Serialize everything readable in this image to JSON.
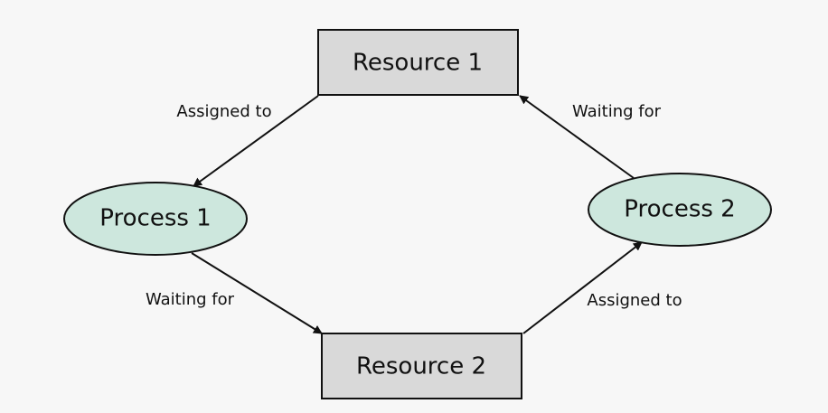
{
  "nodes": {
    "resource1": {
      "label": "Resource 1",
      "kind": "rectangle",
      "fill": "#d9d9d9"
    },
    "resource2": {
      "label": "Resource 2",
      "kind": "rectangle",
      "fill": "#d9d9d9"
    },
    "process1": {
      "label": "Process 1",
      "kind": "ellipse",
      "fill": "#cde7dd"
    },
    "process2": {
      "label": "Process 2",
      "kind": "ellipse",
      "fill": "#cde7dd"
    }
  },
  "edges": {
    "r1_to_p1": {
      "from": "Resource 1",
      "to": "Process 1",
      "label": "Assigned to"
    },
    "p1_to_r2": {
      "from": "Process 1",
      "to": "Resource 2",
      "label": "Waiting for"
    },
    "r2_to_p2": {
      "from": "Resource 2",
      "to": "Process 2",
      "label": "Assigned to"
    },
    "p2_to_r1": {
      "from": "Process 2",
      "to": "Resource 1",
      "label": "Waiting for"
    }
  },
  "colors": {
    "background": "#f7f7f7",
    "stroke": "#111111",
    "resource_fill": "#d9d9d9",
    "process_fill": "#cde7dd"
  }
}
